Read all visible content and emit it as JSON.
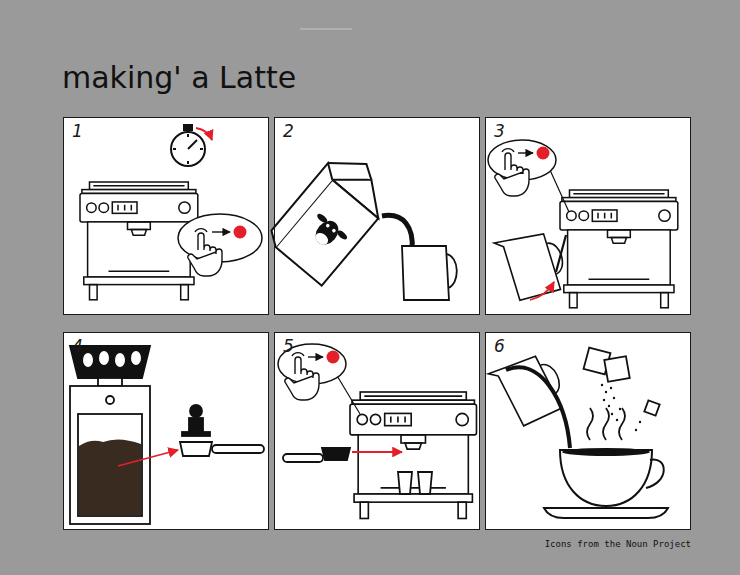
{
  "diagram": {
    "title": "making' a Latte",
    "nodes": [
      {
        "text": [
          "1"
        ]
      },
      {
        "text": [
          "2"
        ]
      },
      {
        "text": [
          "3"
        ]
      },
      {
        "text": [
          "4"
        ]
      },
      {
        "text": [
          "5"
        ]
      },
      {
        "text": [
          "6"
        ]
      }
    ],
    "labels": [
      "Icons from the Noun Project"
    ]
  }
}
